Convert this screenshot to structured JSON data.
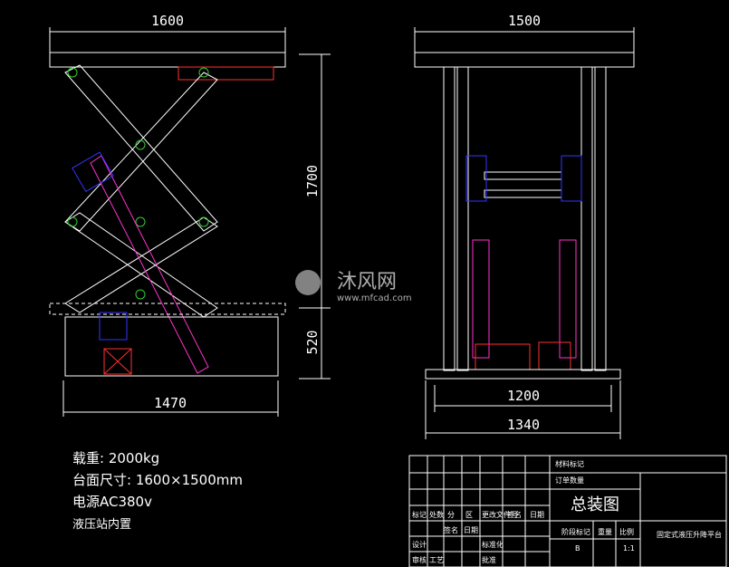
{
  "watermark": {
    "brand": "沐风网",
    "url": "www.mfcad.com"
  },
  "dimensions": {
    "platform_length": "1600",
    "platform_width": "1500",
    "height_raised": "1700",
    "height_base": "520",
    "base_length": "1470",
    "base_inner_width": "1200",
    "base_outer_width": "1340"
  },
  "specs": {
    "load": "载重: 2000kg",
    "table_size": "台面尺寸: 1600×1500mm",
    "power": "电源AC380v",
    "pump": "液压站内置"
  },
  "title_block": {
    "drawing_title": "总装图",
    "product_name": "固定式液压升降平台",
    "scale": "1:1",
    "stage_mark": "B",
    "material_label": "材料标记",
    "quantity_label": "订单数量",
    "labels": [
      "标记",
      "处数",
      "分",
      "区",
      "更改文件号",
      "签名",
      "日期",
      "设计",
      "标准化",
      "阶段标记",
      "重量",
      "比例",
      "审核",
      "工艺",
      "批准",
      "签名",
      "日期"
    ]
  },
  "colors": {
    "outline": "#ffffff",
    "cylinder": "#ff33cc",
    "bracket": "#3333ff",
    "pivot": "#33cc33",
    "motor": "#ff2020"
  }
}
